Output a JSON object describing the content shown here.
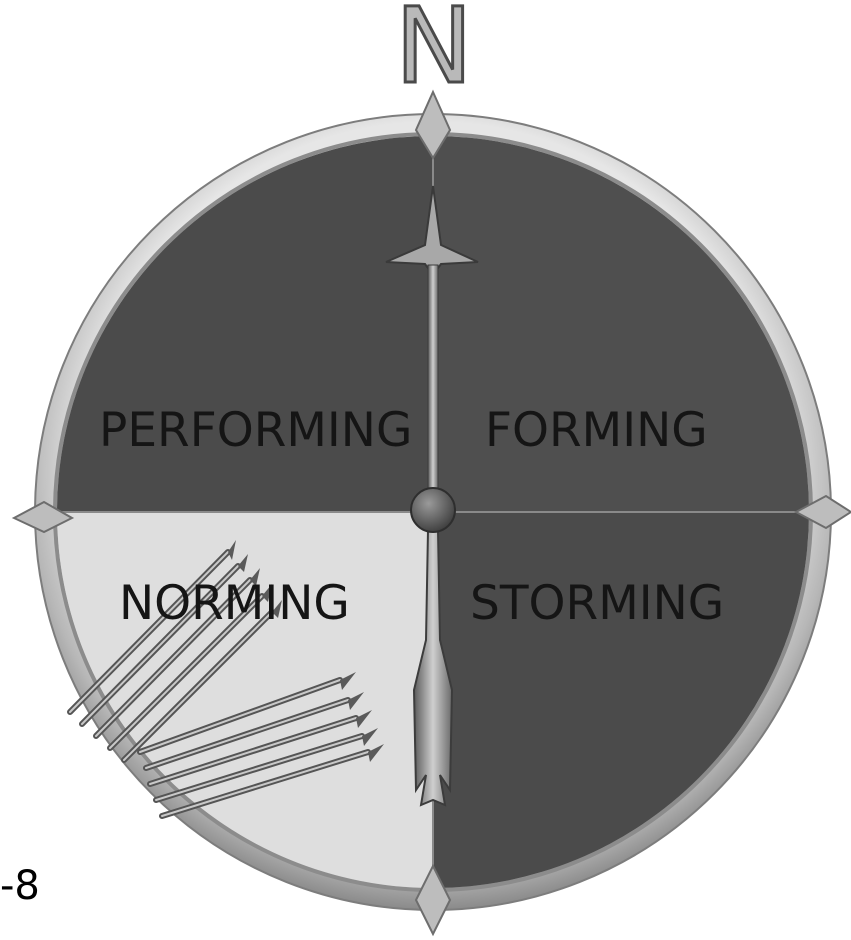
{
  "compass": {
    "north_label": "N",
    "quadrants": {
      "top_left": "PERFORMING",
      "top_right": "FORMING",
      "bottom_left": "NORMING",
      "bottom_right": "STORMING"
    }
  },
  "page_marker": "-8",
  "colors": {
    "dark_quadrant": "#4b4b4b",
    "light_quadrant": "#dedede",
    "rim": "#cfcfcf",
    "label_text": "#151515"
  },
  "icons": [
    "north-arrow-icon",
    "needle-icon",
    "arrow-bundle-icon"
  ]
}
